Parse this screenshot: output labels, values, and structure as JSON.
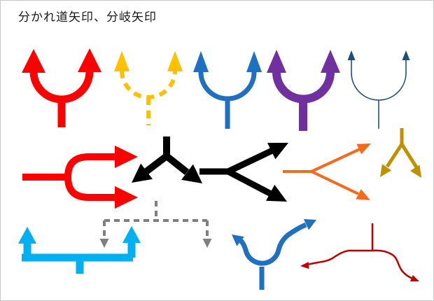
{
  "page": {
    "title": "分かれ道矢印、分岐矢印",
    "background_color": "#ffffff",
    "border_color": "#c9c9c9",
    "title_color": "#1a1a1a"
  },
  "arrows": {
    "red_u_fork": {
      "name": "red thick U fork, two heads up",
      "color": "#FF0000",
      "line_style": "solid-thick",
      "heads": 2,
      "direction": "up"
    },
    "yellow_dashed_u_fork": {
      "name": "yellow dashed U fork, two heads up",
      "color": "#FFC000",
      "line_style": "dashed",
      "heads": 2,
      "direction": "up"
    },
    "blue_u_fork": {
      "name": "blue U fork, two heads up",
      "color": "#1F70C1",
      "line_style": "solid",
      "heads": 2,
      "direction": "up"
    },
    "purple_u_fork": {
      "name": "purple thick U fork, two heads up",
      "color": "#7030A0",
      "line_style": "solid-thick",
      "heads": 2,
      "direction": "up"
    },
    "navy_thin_u_fork": {
      "name": "navy thin U fork, two heads up",
      "color": "#1F4E79",
      "line_style": "solid-thin",
      "heads": 2,
      "direction": "up"
    },
    "red_right_fork": {
      "name": "red thick curved fork, two heads right",
      "color": "#FF0000",
      "line_style": "solid-thick",
      "heads": 2,
      "direction": "right"
    },
    "black_y_fork_down": {
      "name": "black Y fork, two heads down",
      "color": "#000000",
      "line_style": "solid-thick",
      "heads": 2,
      "direction": "down"
    },
    "black_right_fork": {
      "name": "black straight fork, two heads right",
      "color": "#000000",
      "line_style": "solid-thick",
      "heads": 2,
      "direction": "right"
    },
    "orange_right_fork": {
      "name": "orange thin straight fork, two heads right",
      "color": "#F8691B",
      "line_style": "solid-thin",
      "heads": 2,
      "direction": "right"
    },
    "gold_y_fork_down": {
      "name": "dark-gold Y fork, two heads down",
      "color": "#BF9000",
      "line_style": "solid",
      "heads": 2,
      "direction": "down"
    },
    "cyan_t_fork_up": {
      "name": "cyan T fork, two heads up",
      "color": "#00B0F0",
      "line_style": "solid-thick",
      "heads": 2,
      "direction": "up"
    },
    "gray_dashed_t_fork_down": {
      "name": "gray dashed T fork, two heads down",
      "color": "#7F7F7F",
      "line_style": "dashed",
      "heads": 2,
      "direction": "down"
    },
    "blue_curved_fork_up": {
      "name": "blue curved fork, two heads up-out",
      "color": "#1F70C1",
      "line_style": "solid",
      "heads": 2,
      "direction": "up"
    },
    "darkred_curved_fork": {
      "name": "dark-red thin road fork, heads left and right",
      "color": "#C00000",
      "line_style": "solid-thin",
      "heads": 2,
      "direction": "left-right"
    }
  }
}
